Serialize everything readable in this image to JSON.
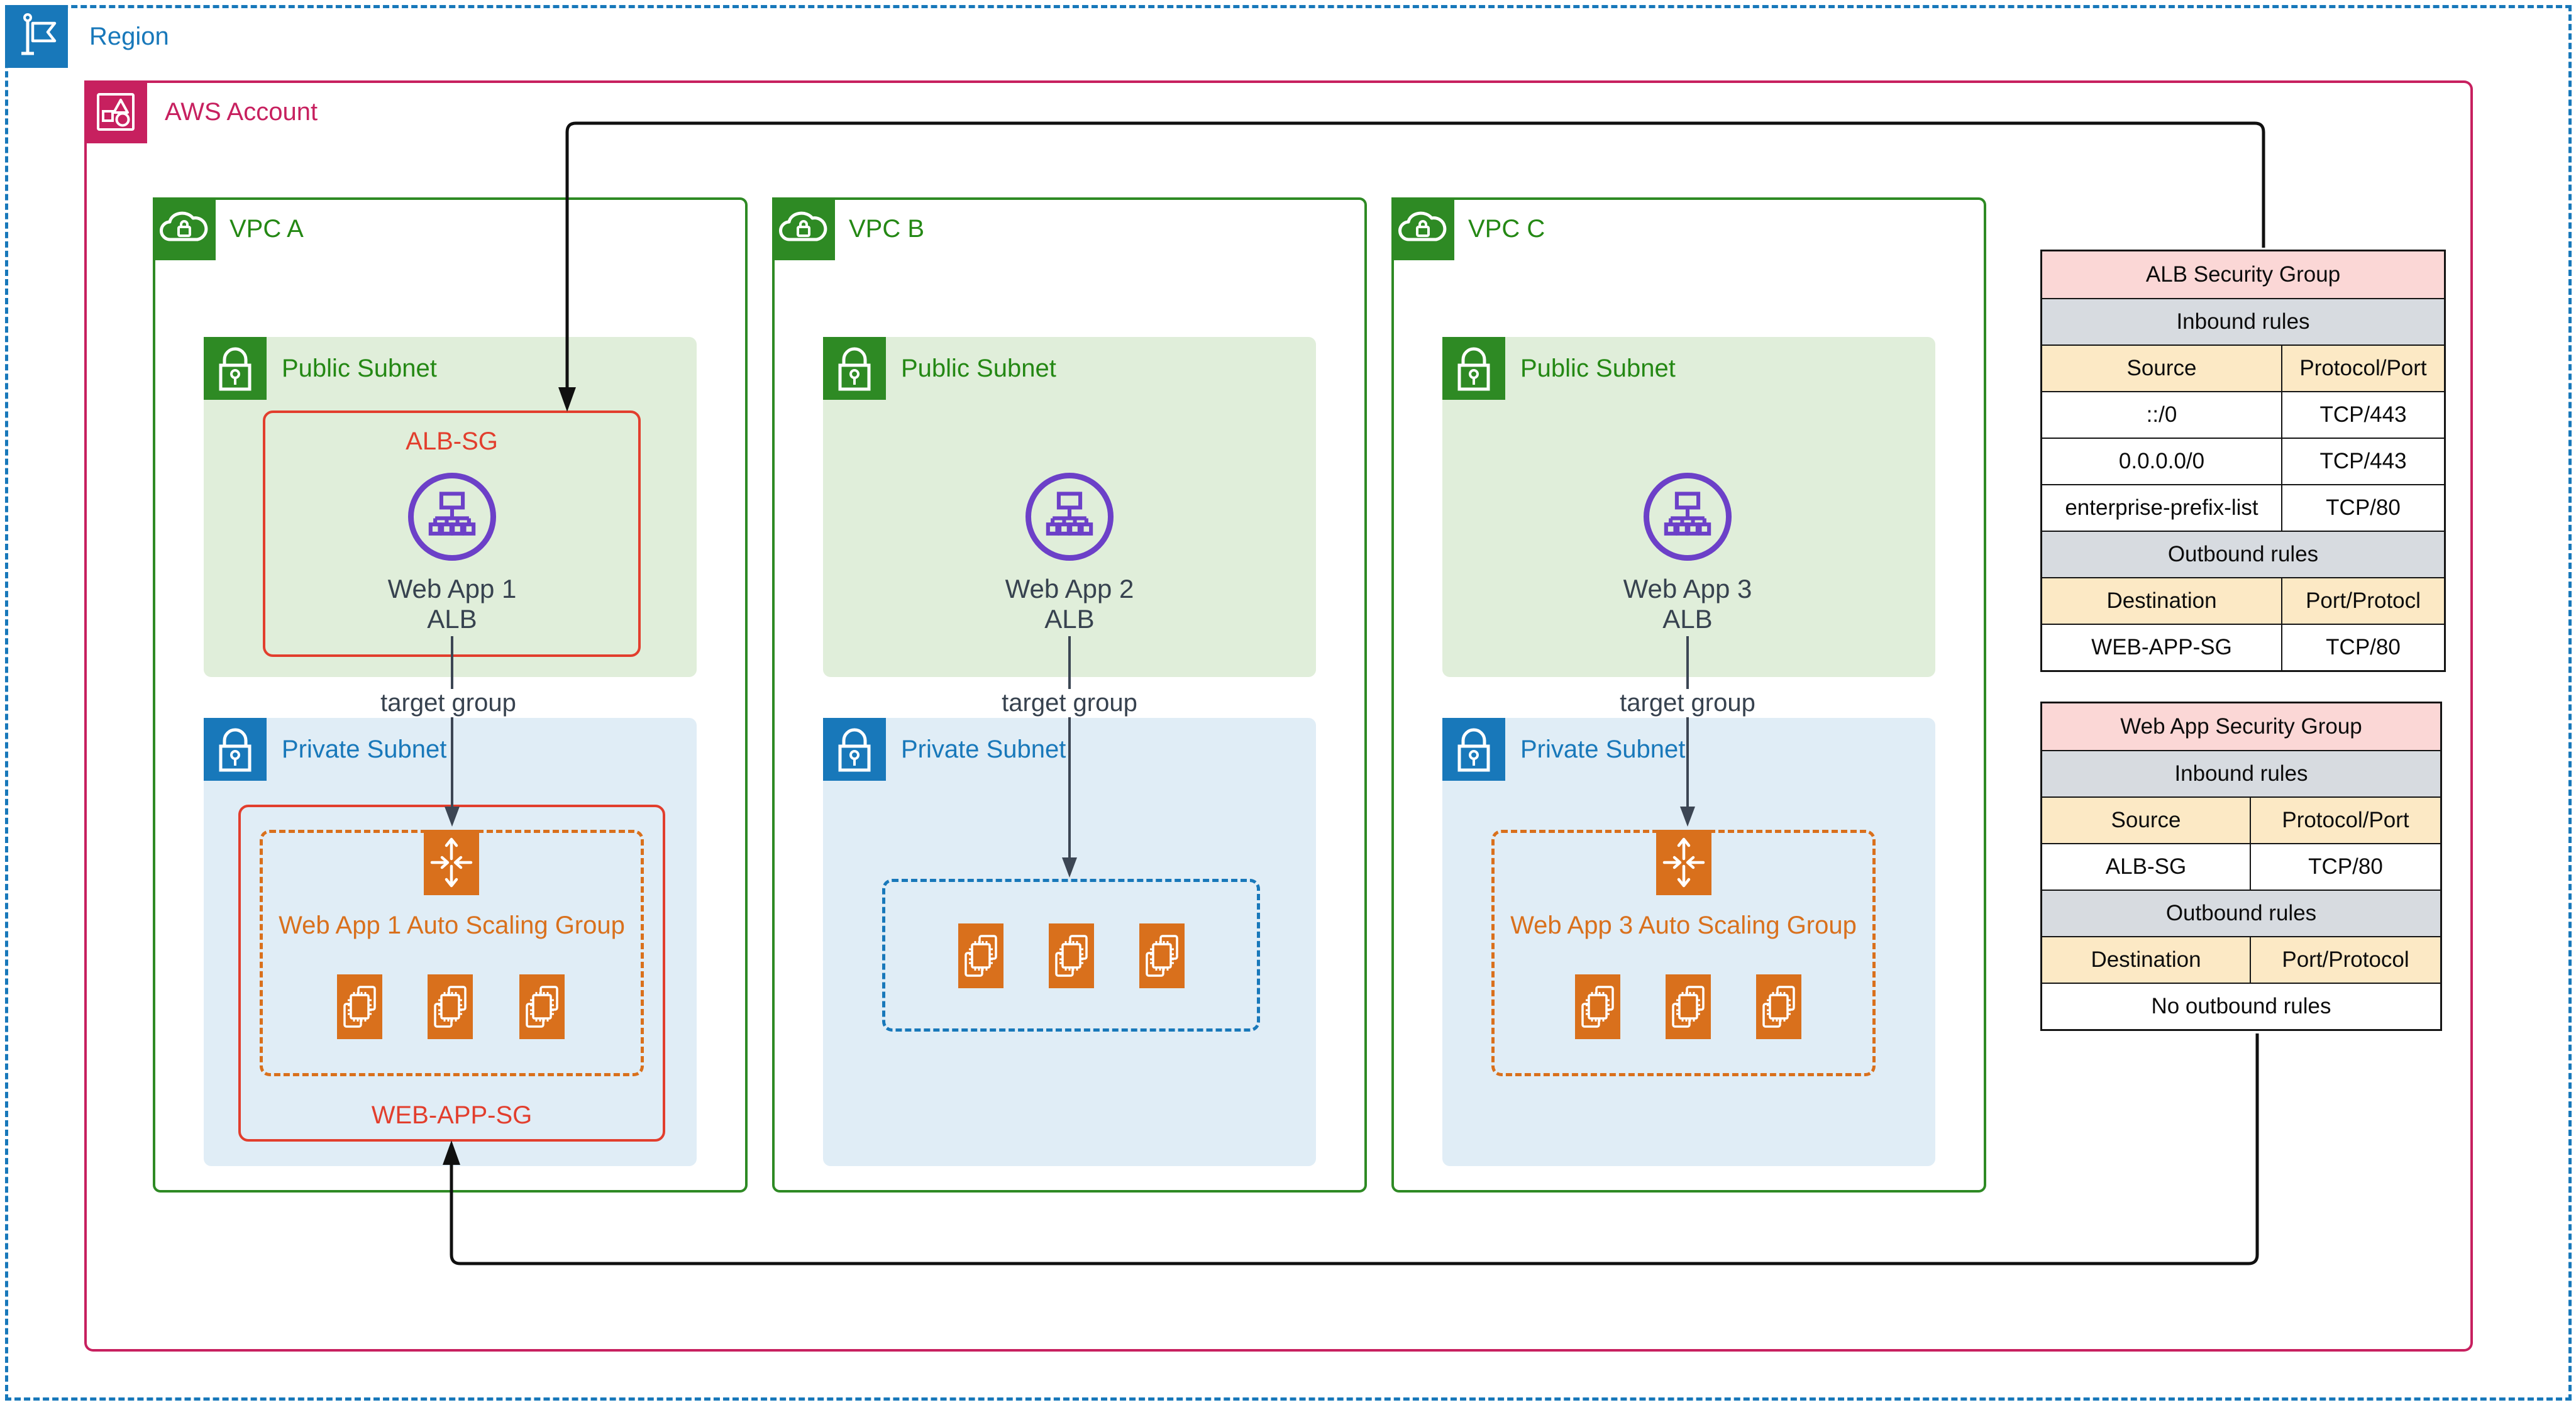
{
  "region": {
    "label": "Region"
  },
  "account": {
    "label": "AWS Account"
  },
  "vpcs": [
    {
      "label": "VPC A",
      "public_subnet": "Public Subnet",
      "private_subnet": "Private Subnet",
      "alb_sg_label": "ALB-SG",
      "alb_line1": "Web App 1",
      "alb_line2": "ALB",
      "target_group": "target group",
      "asg_label": "Web App 1 Auto Scaling Group",
      "web_app_sg_label": "WEB-APP-SG"
    },
    {
      "label": "VPC B",
      "public_subnet": "Public Subnet",
      "private_subnet": "Private Subnet",
      "alb_line1": "Web App 2",
      "alb_line2": "ALB",
      "target_group": "target group"
    },
    {
      "label": "VPC C",
      "public_subnet": "Public Subnet",
      "private_subnet": "Private Subnet",
      "alb_line1": "Web App 3",
      "alb_line2": "ALB",
      "target_group": "target group",
      "asg_label": "Web App 3 Auto Scaling Group"
    }
  ],
  "tables": {
    "alb": {
      "title": "ALB Security Group",
      "inbound_title": "Inbound rules",
      "outbound_title": "Outbound rules",
      "inbound_cols": {
        "c1": "Source",
        "c2": "Protocol/Port"
      },
      "outbound_cols": {
        "c1": "Destination",
        "c2": "Port/Protocl"
      },
      "inbound_rows": [
        {
          "c1": "::/0",
          "c2": "TCP/443"
        },
        {
          "c1": "0.0.0.0/0",
          "c2": "TCP/443"
        },
        {
          "c1": "enterprise-prefix-list",
          "c2": "TCP/80"
        }
      ],
      "outbound_rows": [
        {
          "c1": "WEB-APP-SG",
          "c2": "TCP/80"
        }
      ]
    },
    "webapp": {
      "title": "Web App Security Group",
      "inbound_title": "Inbound rules",
      "outbound_title": "Outbound rules",
      "inbound_cols": {
        "c1": "Source",
        "c2": "Protocol/Port"
      },
      "outbound_cols": {
        "c1": "Destination",
        "c2": "Port/Protocol"
      },
      "inbound_rows": [
        {
          "c1": "ALB-SG",
          "c2": "TCP/80"
        }
      ],
      "no_outbound": "No outbound rules"
    }
  },
  "icons": {
    "region": "flag-icon",
    "account": "shapes-icon",
    "vpc": "cloud-lock-icon",
    "public_subnet": "lock-icon",
    "private_subnet": "lock-icon",
    "alb": "load-balancer-icon",
    "asg": "auto-scaling-icon",
    "instance": "ec2-instance-icon"
  },
  "colors": {
    "region_blue": "#1878BA",
    "account_magenta": "#C7205F",
    "vpc_green": "#2E8A24",
    "public_subnet_bg": "#E0EEDA",
    "private_subnet_bg": "#E0EDF6",
    "security_group_red": "#E23E2D",
    "asg_orange": "#D9701C",
    "alb_purple": "#6C40C8",
    "label_dark": "#37424F",
    "table_title_bg": "#FBD7D6",
    "table_section_bg": "#D7DBE0",
    "table_colhead_bg": "#FCE9C5",
    "connector_black": "#101010"
  }
}
